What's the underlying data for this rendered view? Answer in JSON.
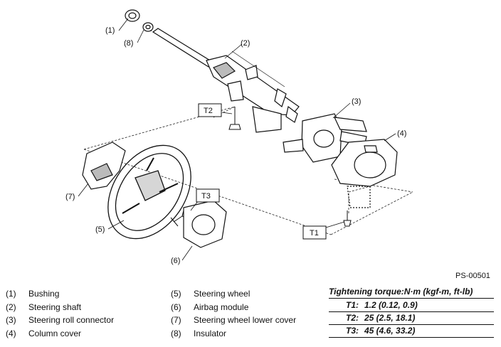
{
  "callouts": {
    "c1": "(1)",
    "c2": "(2)",
    "c3": "(3)",
    "c4": "(4)",
    "c5": "(5)",
    "c6": "(6)",
    "c7": "(7)",
    "c8": "(8)"
  },
  "torque_boxes": {
    "t1": "T1",
    "t2": "T2",
    "t3": "T3"
  },
  "figure_code": "PS-00501",
  "legend": {
    "items": [
      {
        "num": "(1)",
        "label": "Bushing"
      },
      {
        "num": "(2)",
        "label": "Steering shaft"
      },
      {
        "num": "(3)",
        "label": "Steering roll connector"
      },
      {
        "num": "(4)",
        "label": "Column cover"
      },
      {
        "num": "(5)",
        "label": "Steering wheel"
      },
      {
        "num": "(6)",
        "label": "Airbag module"
      },
      {
        "num": "(7)",
        "label": "Steering wheel lower cover"
      },
      {
        "num": "(8)",
        "label": "Insulator"
      }
    ]
  },
  "torque": {
    "title": "Tightening torque:N·m (kgf-m, ft-lb)",
    "rows": [
      {
        "key": "T1:",
        "value": "1.2 (0.12, 0.9)"
      },
      {
        "key": "T2:",
        "value": "25 (2.5, 18.1)"
      },
      {
        "key": "T3:",
        "value": "45 (4.6, 33.2)"
      }
    ]
  }
}
